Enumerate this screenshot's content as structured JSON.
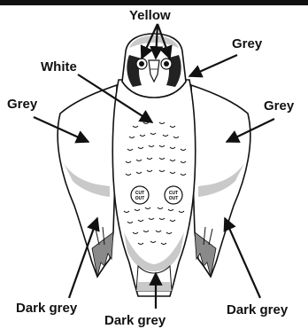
{
  "labels": {
    "top": "Yellow",
    "head_right": "Grey",
    "chest": "White",
    "wing_left": "Grey",
    "wing_right": "Grey",
    "bottom_left": "Dark grey",
    "bottom_center": "Dark grey",
    "bottom_right": "Dark grey"
  },
  "cutouts": {
    "left_line1": "CUT",
    "left_line2": "OUT",
    "right_line1": "CUT",
    "right_line2": "OUT"
  },
  "colors": {
    "background": "#ffffff",
    "outline": "#111111",
    "shadow": "#c9c9c9",
    "dark": "#222222"
  }
}
